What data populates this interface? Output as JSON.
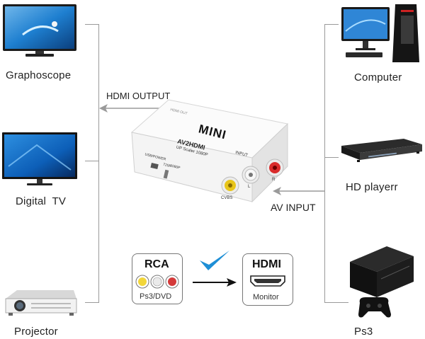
{
  "outputs": {
    "graphoscope": "Graphoscope",
    "digital_tv": "Digital  TV",
    "projector": "Projector"
  },
  "inputs": {
    "computer": "Computer",
    "hd_player": "HD playerr",
    "ps3": "Ps3"
  },
  "arrows": {
    "hdmi_output": "HDMI OUTPUT",
    "av_input": "AV INPUT"
  },
  "device": {
    "brand": "MINI",
    "model": "AV2HDMI",
    "scaler": "UP Scaler 1080P",
    "input_label": "INPUT",
    "l_label": "L",
    "r_label": "R",
    "cvbs_label": "CVBS",
    "usb_label": "USB/POWER",
    "hdmi_label": "HDMI OUT",
    "res_720": "720P",
    "res_1080": "1080P"
  },
  "diagram": {
    "rca_title": "RCA",
    "rca_sub": "Ps3/DVD",
    "hdmi_title": "HDMI",
    "hdmi_sub": "Monitor"
  }
}
